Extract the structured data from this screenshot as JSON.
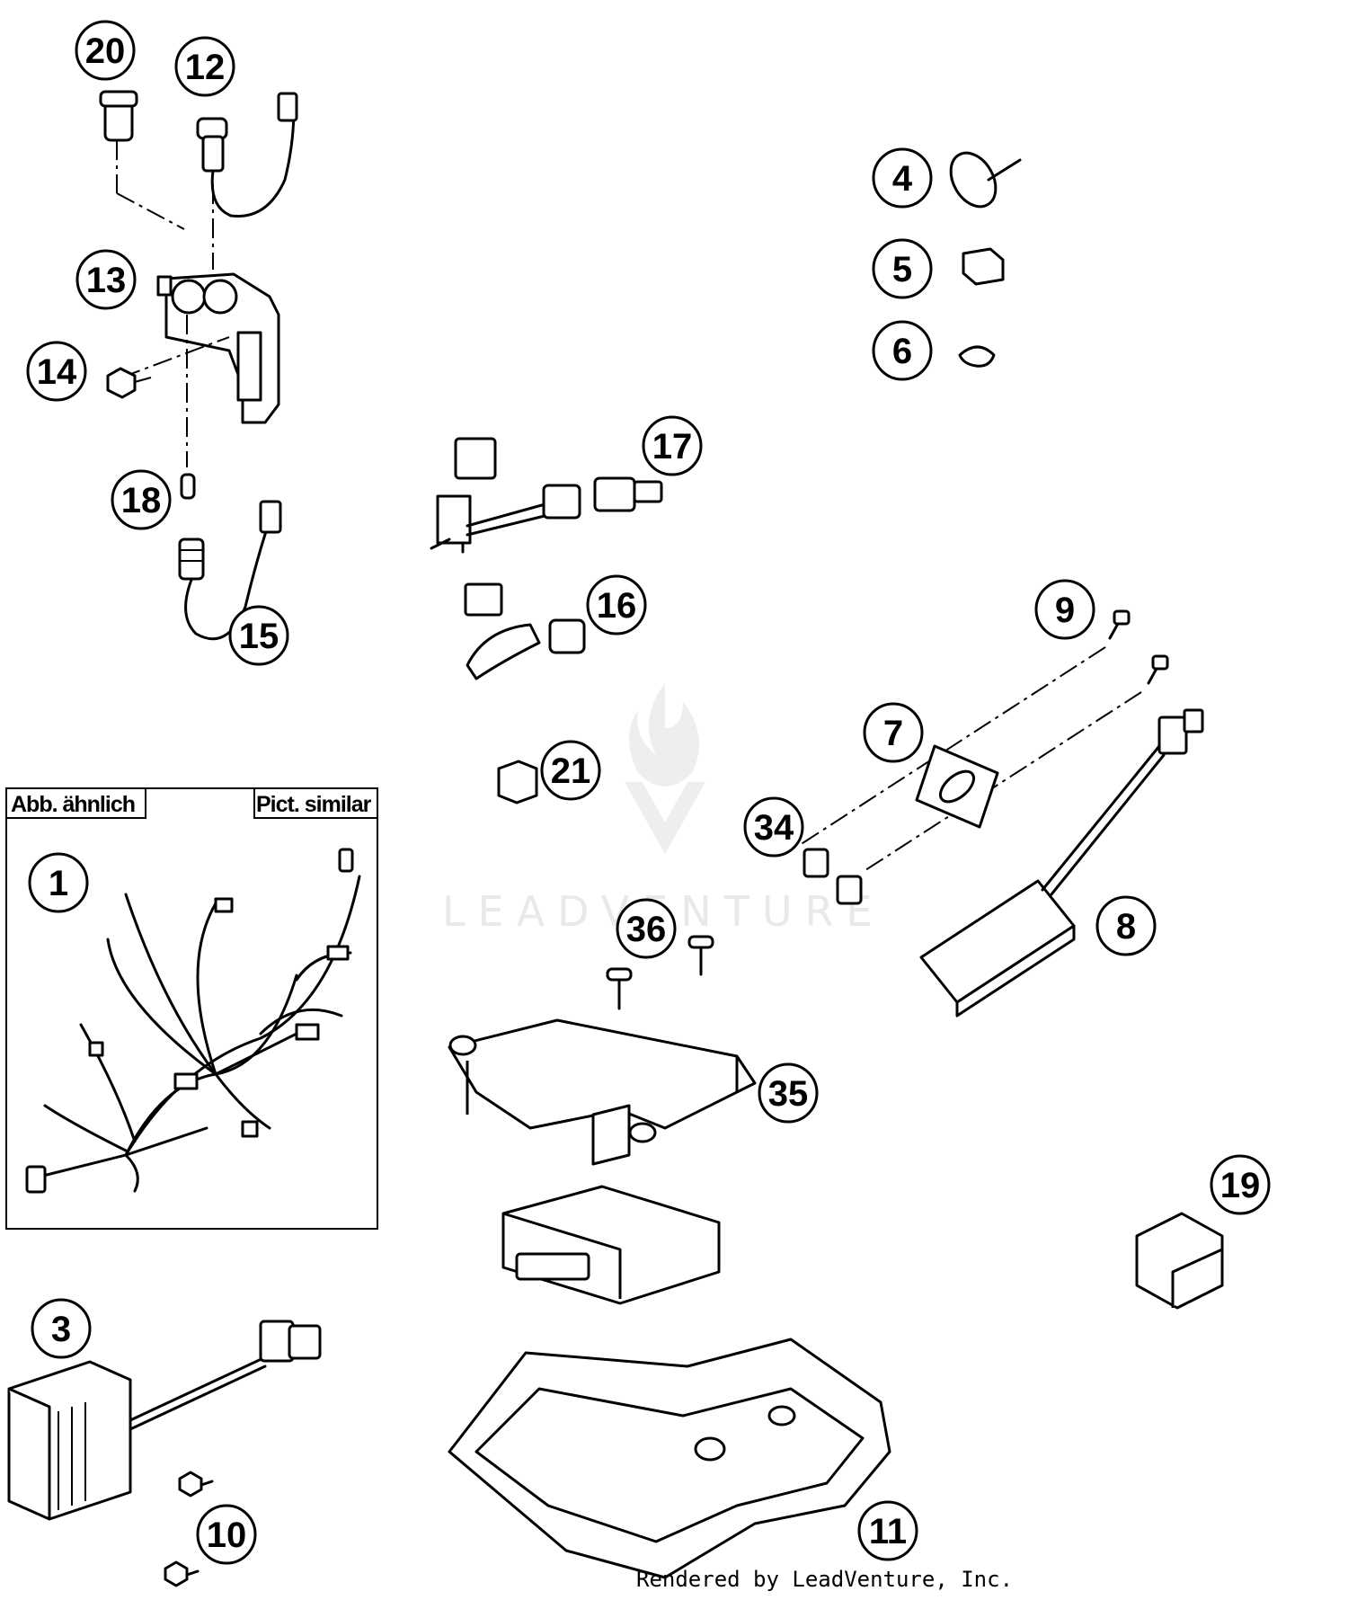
{
  "callouts": [
    "20",
    "12",
    "13",
    "14",
    "18",
    "15",
    "4",
    "5",
    "6",
    "17",
    "16",
    "9",
    "7",
    "34",
    "8",
    "21",
    "1",
    "36",
    "35",
    "19",
    "3",
    "10",
    "11"
  ],
  "panel": {
    "label_left": "Abb. ähnlich",
    "label_right": "Pict. similar"
  },
  "watermark": "LEADVENTURE",
  "footer": "Rendered by LeadVenture, Inc."
}
